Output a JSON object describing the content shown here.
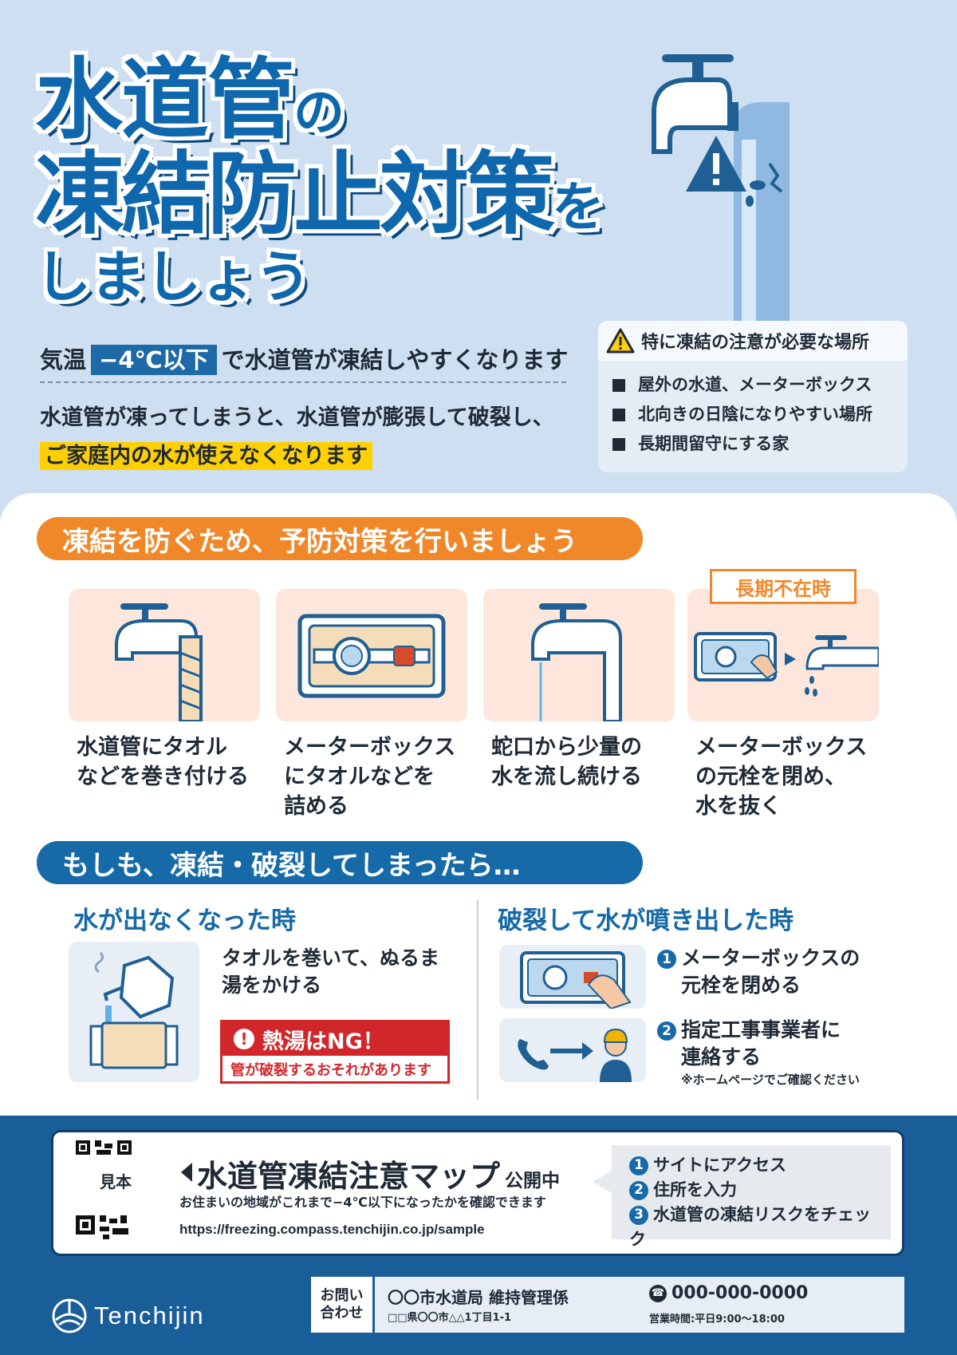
{
  "hero": {
    "title_l1_a": "水道管",
    "title_l1_b": "の",
    "title_l2_a": "凍結防止対策",
    "title_l2_b": "を",
    "title_l3": "しましょう",
    "temp_pre": "気温",
    "temp_value": "−4℃以下",
    "temp_post": "で水道管が凍結しやすくなります",
    "risk_text": "水道管が凍ってしまうと、水道管が膨張して破裂し、",
    "risk_highlight": "ご家庭内の水が使えなくなります"
  },
  "caution": {
    "title": "特に凍結の注意が必要な場所",
    "items": [
      "屋外の水道、メーターボックス",
      "北向きの日陰になりやすい場所",
      "長期間留守にする家"
    ]
  },
  "prevention": {
    "heading": "凍結を防ぐため、予防対策を行いましょう",
    "absent_tag": "長期不在時",
    "tips": [
      {
        "line1": "水道管にタオル",
        "line2": "などを巻き付ける",
        "line3": ""
      },
      {
        "line1": "メーターボックス",
        "line2": "にタオルなどを",
        "line3": "詰める"
      },
      {
        "line1": "蛇口から少量の",
        "line2": "水を流し続ける",
        "line3": ""
      },
      {
        "line1": "メーターボックス",
        "line2": "の元栓を閉め、",
        "line3": "水を抜く"
      }
    ]
  },
  "emergency": {
    "heading": "もしも、凍結・破裂してしまったら…",
    "no_water_title": "水が出なくなった時",
    "no_water_l1": "タオルを巻いて、ぬるま",
    "no_water_l2": "湯をかける",
    "ng_title": "熱湯はNG！",
    "ng_note": "管が破裂するおそれがあります",
    "burst_title": "破裂して水が噴き出した時",
    "step1_num": "1",
    "step1_l1": "メーターボックスの",
    "step1_l2": "元栓を閉める",
    "step2_num": "2",
    "step2_l1": "指定工事事業者に",
    "step2_l2": "連絡する",
    "step2_note": "※ホームページでご確認ください"
  },
  "map": {
    "qr_label": "見本",
    "title": "水道管凍結注意マップ",
    "title_suffix": "公開中",
    "subtitle": "お住まいの地域がこれまで−4℃以下になったかを確認できます",
    "url": "https://freezing.compass.tenchijin.co.jp/sample",
    "steps": [
      {
        "num": "1",
        "label": "サイトにアクセス"
      },
      {
        "num": "2",
        "label": "住所を入力"
      },
      {
        "num": "3",
        "label": "水道管の凍結リスクをチェック"
      }
    ]
  },
  "footer": {
    "brand": "Tenchijin",
    "contact_label_1": "お問い",
    "contact_label_2": "合わせ",
    "org": "〇〇市水道局 維持管理係",
    "address": "□□県〇〇市△△1丁目1-1",
    "phone": "000-000-0000",
    "hours": "営業時間:平日9:00〜18:00"
  },
  "colors": {
    "primary_blue": "#166aa8",
    "orange": "#f0882a",
    "yellow_highlight": "#ffcf00",
    "ng_red": "#d1262a",
    "footer_blue": "#1a5e99",
    "hero_bg": "#cddff0"
  },
  "icons": [
    "faucet-burst-icon",
    "warning-icon",
    "towel-pipe-icon",
    "meter-box-icon",
    "dripping-faucet-icon",
    "meter-to-faucet-icon",
    "kettle-pipe-icon",
    "meter-hand-icon",
    "phone-worker-icon",
    "qr-code-icon",
    "phone-icon",
    "tenchijin-logo"
  ]
}
